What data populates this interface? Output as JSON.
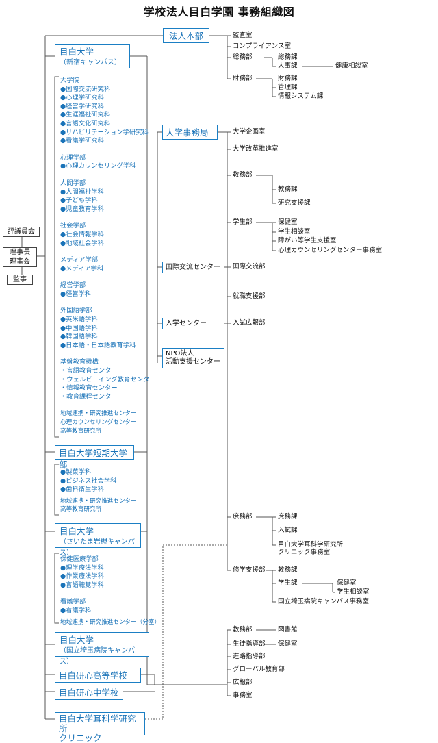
{
  "title": "学校法人目白学園 事務組織図",
  "left": {
    "council": "評議員会",
    "chairman": "理事長",
    "board": "理事会",
    "auditor": "監事"
  },
  "units": {
    "hq": "法人本部",
    "mejiro_shinjuku": {
      "name": "目白大学",
      "sub": "（新宿キャンパス）"
    },
    "junior_college": "目白大学短期大学部",
    "mejiro_saitama": {
      "name": "目白大学",
      "sub": "（さいたま岩槻キャンパス）"
    },
    "mejiro_kokuritsu": {
      "name": "目白大学",
      "sub": "（国立埼玉病院キャンパス）"
    },
    "high_school": "目白研心高等学校",
    "junior_high": "目白研心中学校",
    "clinic": {
      "name": "目白大学耳科学研究所",
      "sub": "クリニック"
    },
    "univ_office": "大学事務局",
    "intl_center": "国際交流センター",
    "admission_center": "入学センター",
    "npo": {
      "line1": "NPO法人",
      "line2": "活動支援センター"
    }
  },
  "shinjuku_list": {
    "grad": [
      "大学院",
      "●国際交流研究科",
      "●心理学研究科",
      "●経営学研究科",
      "●生涯福祉研究科",
      "●言語文化研究科",
      "●リハビリテーション学研究科",
      "●看護学研究科"
    ],
    "psych": [
      "心理学部",
      "●心理カウンセリング学科"
    ],
    "human": [
      "人間学部",
      "●人間福祉学科",
      "●子ども学科",
      "●児童教育学科"
    ],
    "social": [
      "社会学部",
      "●社会情報学科",
      "●地域社会学科"
    ],
    "media": [
      "メディア学部",
      "●メディア学科"
    ],
    "mgmt": [
      "経営学部",
      "●経営学科"
    ],
    "foreign": [
      "外国語学部",
      "●英米語学科",
      "●中国語学科",
      "●韓国語学科",
      "●日本語・日本語教育学科"
    ],
    "basic": [
      "基盤教育機構",
      "・言語教育センター",
      "・ウェルビーイング教育センター",
      "・情報教育センター",
      "・教育課程センター"
    ],
    "centers": [
      "地域連携・研究推進センター",
      "心理カウンセリングセンター",
      "高等教育研究所"
    ]
  },
  "junior_list": {
    "depts": [
      "●製菓学科",
      "●ビジネス社会学科",
      "●歯科衛生学科"
    ],
    "centers": [
      "地域連携・研究推進センター",
      "高等教育研究所"
    ]
  },
  "saitama_list": {
    "health": [
      "保健医療学部",
      "●理学療法学科",
      "●作業療法学科",
      "●言語聴覚学科"
    ],
    "nursing": [
      "看護学部",
      "●看護学科"
    ],
    "center": [
      "地域連携・研究推進センター（分室）"
    ]
  },
  "hq_depts": {
    "audit": "監査室",
    "compliance": "コンプライアンス室",
    "general": "総務部",
    "general_div": "総務課",
    "hr": "人事課",
    "health": "健康相談室",
    "finance": "財務部",
    "finance_div": "財務課",
    "mgmt_div": "管理課",
    "info_div": "情報システム課"
  },
  "univ_depts": {
    "planning": "大学企画室",
    "reform": "大学改革推進室",
    "academic": "教務部",
    "academic_div": "教務課",
    "research": "研究支援課",
    "student": "学生部",
    "health_room": "保健室",
    "student_consult": "学生相談室",
    "disability": "障がい等学生支援室",
    "counseling_office": "心理カウンセリングセンター事務室",
    "intl": "国際交流部",
    "career": "就職支援部",
    "admission": "入試広報部",
    "shomu": "庶務部",
    "shomu_div": "庶務課",
    "exam_div": "入試課",
    "clinic_office_1": "目白大学耳科学研究所",
    "clinic_office_2": "クリニック事務室",
    "shugaku": "修学支援部",
    "shugaku_academic": "教務課",
    "student_div": "学生課",
    "health_room2": "保健室",
    "consult2": "学生相談室",
    "kokuritsu_office": "国立埼玉病院キャンパス事務室"
  },
  "school_depts": {
    "academic": "教務部",
    "library": "図書館",
    "guidance": "生徒指導部",
    "health_room": "保健室",
    "career": "進路指導部",
    "global": "グローバル教育部",
    "pr": "広報部",
    "office": "事務室"
  },
  "colors": {
    "accent": "#1b7fc4",
    "text_blue": "#1a73b8",
    "line": "#555555"
  }
}
